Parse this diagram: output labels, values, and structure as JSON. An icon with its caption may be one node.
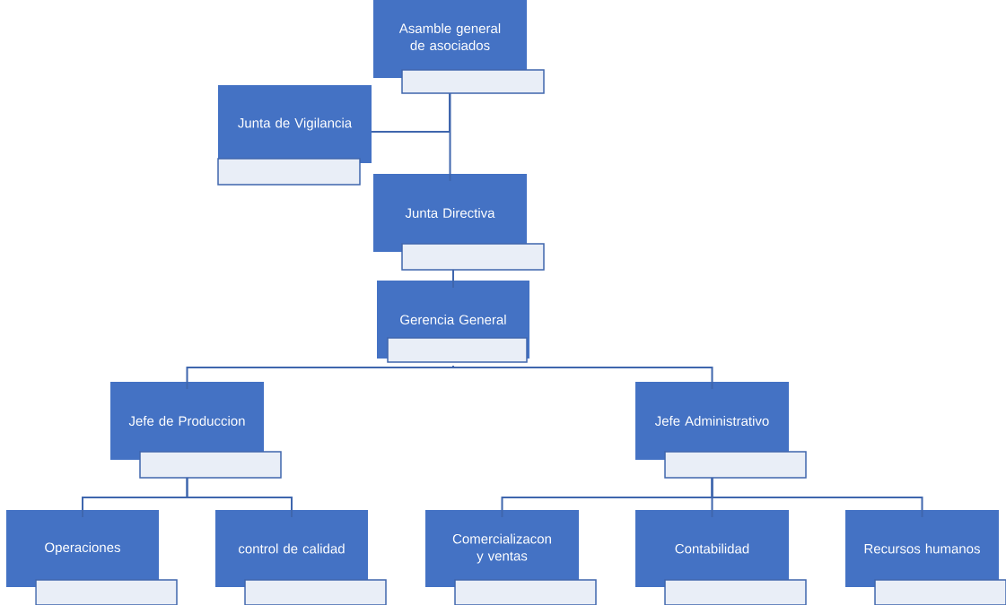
{
  "diagram": {
    "nodes": [
      {
        "text": [
          "Asamble general de asociados"
        ]
      },
      {
        "text": [
          "Junta de Vigilancia"
        ]
      },
      {
        "text": [
          "Junta Directiva"
        ]
      },
      {
        "text": [
          "Gerencia General"
        ]
      },
      {
        "text": [
          "Jefe de Produccion"
        ]
      },
      {
        "text": [
          "Jefe Administrativo"
        ]
      },
      {
        "text": [
          "Operaciones"
        ]
      },
      {
        "text": [
          "control de calidad"
        ]
      },
      {
        "text": [
          "Comercializacon y ventas"
        ]
      },
      {
        "text": [
          "Contabilidad"
        ]
      },
      {
        "text": [
          "Recursos humanos"
        ]
      }
    ],
    "edges": [
      {
        "from": 0,
        "to": 1,
        "arrow": "none"
      },
      {
        "from": 0,
        "to": 2,
        "arrow": "none"
      },
      {
        "from": 2,
        "to": 3,
        "arrow": "none"
      },
      {
        "from": 3,
        "to": 4,
        "arrow": "none"
      },
      {
        "from": 3,
        "to": 5,
        "arrow": "none"
      },
      {
        "from": 4,
        "to": 6,
        "arrow": "none"
      },
      {
        "from": 4,
        "to": 7,
        "arrow": "none"
      },
      {
        "from": 5,
        "to": 8,
        "arrow": "none"
      },
      {
        "from": 5,
        "to": 9,
        "arrow": "none"
      },
      {
        "from": 5,
        "to": 10,
        "arrow": "none"
      }
    ]
  }
}
